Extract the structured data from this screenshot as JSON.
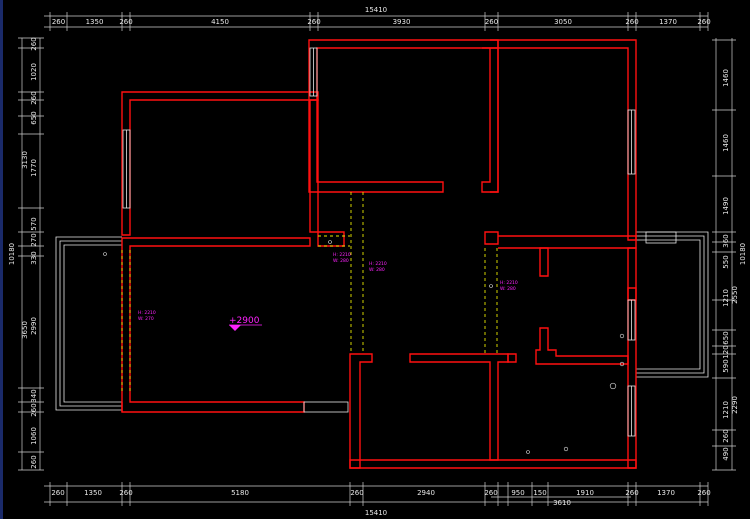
{
  "dims": {
    "top_row": [
      "260",
      "1350",
      "260",
      "4150",
      "260",
      "3930",
      "260",
      "3050",
      "260",
      "1370",
      "260"
    ],
    "top_total": "15410",
    "bottom_row": [
      "260",
      "1350",
      "260",
      "5180",
      "260",
      "2940",
      "260",
      "950",
      "150",
      "1910",
      "260",
      "1370",
      "260"
    ],
    "bottom_total": "15410",
    "bottom_sub": "3610",
    "left_outer": "10180",
    "left_mid": [
      "3130",
      "3650"
    ],
    "left_row": [
      "260",
      "1020",
      "260",
      "650",
      "1770",
      "570",
      "270",
      "330",
      "2990",
      "340",
      "260",
      "1060",
      "260"
    ],
    "right_outer": "10180",
    "right_mid": [
      "2550",
      "2290"
    ],
    "right_row": [
      "1460",
      "1460",
      "1490",
      "360",
      "550",
      "1210",
      "650",
      "120",
      "590",
      "1210",
      "260",
      "490"
    ]
  },
  "annotations": {
    "elevation": "+2900",
    "door_tags": [
      {
        "a": "H: 2210",
        "b": "W: 270"
      },
      {
        "a": "H: 2210",
        "b": "W: 280"
      },
      {
        "a": "H: 2210",
        "b": "W: 280"
      },
      {
        "a": "H: 2210",
        "b": "W: 280"
      }
    ]
  },
  "colors": {
    "wall": "#ff1010",
    "tag": "#ff22ff",
    "dash": "#e8e800",
    "dimension": "#e8e8e8"
  }
}
